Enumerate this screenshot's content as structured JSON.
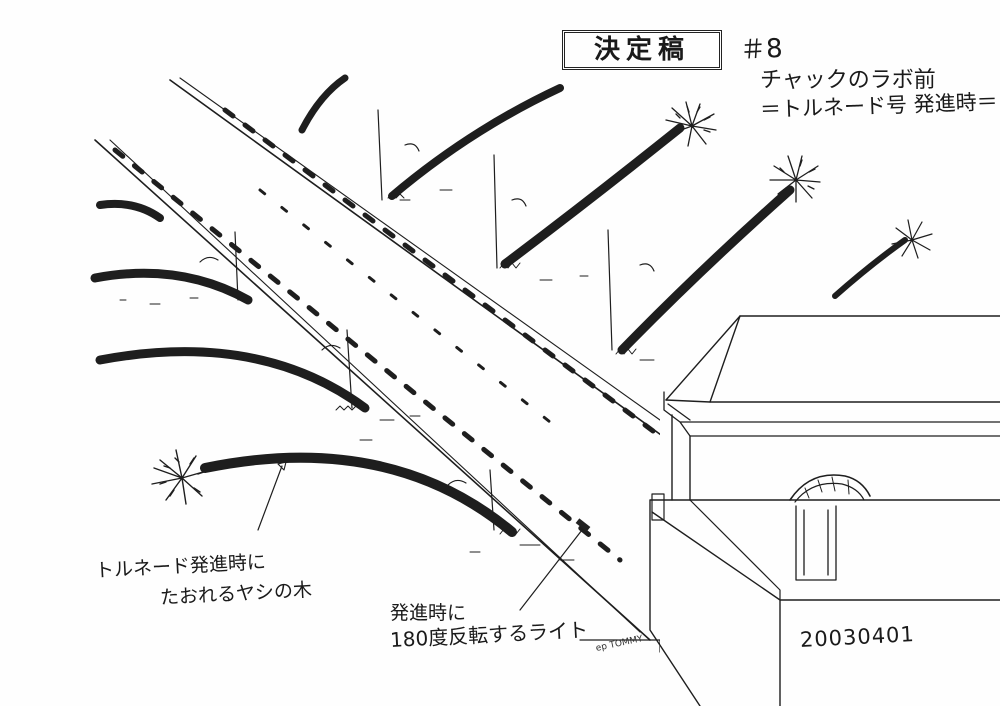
{
  "stamp": "決定稿",
  "scene_number": "＃8",
  "location": "チャックのラボ前",
  "subtitle": "＝トルネード号 発進時＝",
  "notes": {
    "palm_line1": "トルネード発進時に",
    "palm_line2": "たおれるヤシの木",
    "light_line1": "発進時に",
    "light_line2": "180度反転するライト"
  },
  "date": "20030401",
  "signature": "ep TOMMY"
}
